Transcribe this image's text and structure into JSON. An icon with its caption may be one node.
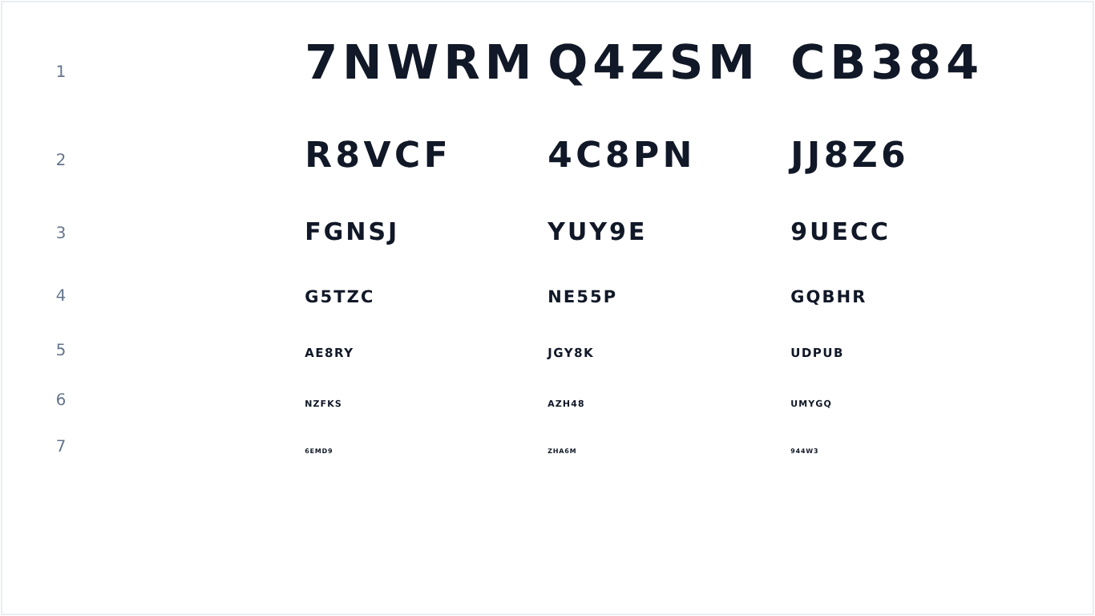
{
  "diagram": {
    "labels": [
      "1",
      "7NWRM",
      "Q4ZSM",
      "CB384",
      "2",
      "R8VCF",
      "4C8PN",
      "JJ8Z6",
      "3",
      "FGNSJ",
      "YUY9E",
      "9UECC",
      "4",
      "G5TZC",
      "NE55P",
      "GQBHR",
      "5",
      "AE8RY",
      "JGY8K",
      "UDPUB",
      "6",
      "NZFKS",
      "AZH48",
      "UMYGQ",
      "7",
      "6EMD9",
      "ZHA6M",
      "944W3"
    ]
  }
}
